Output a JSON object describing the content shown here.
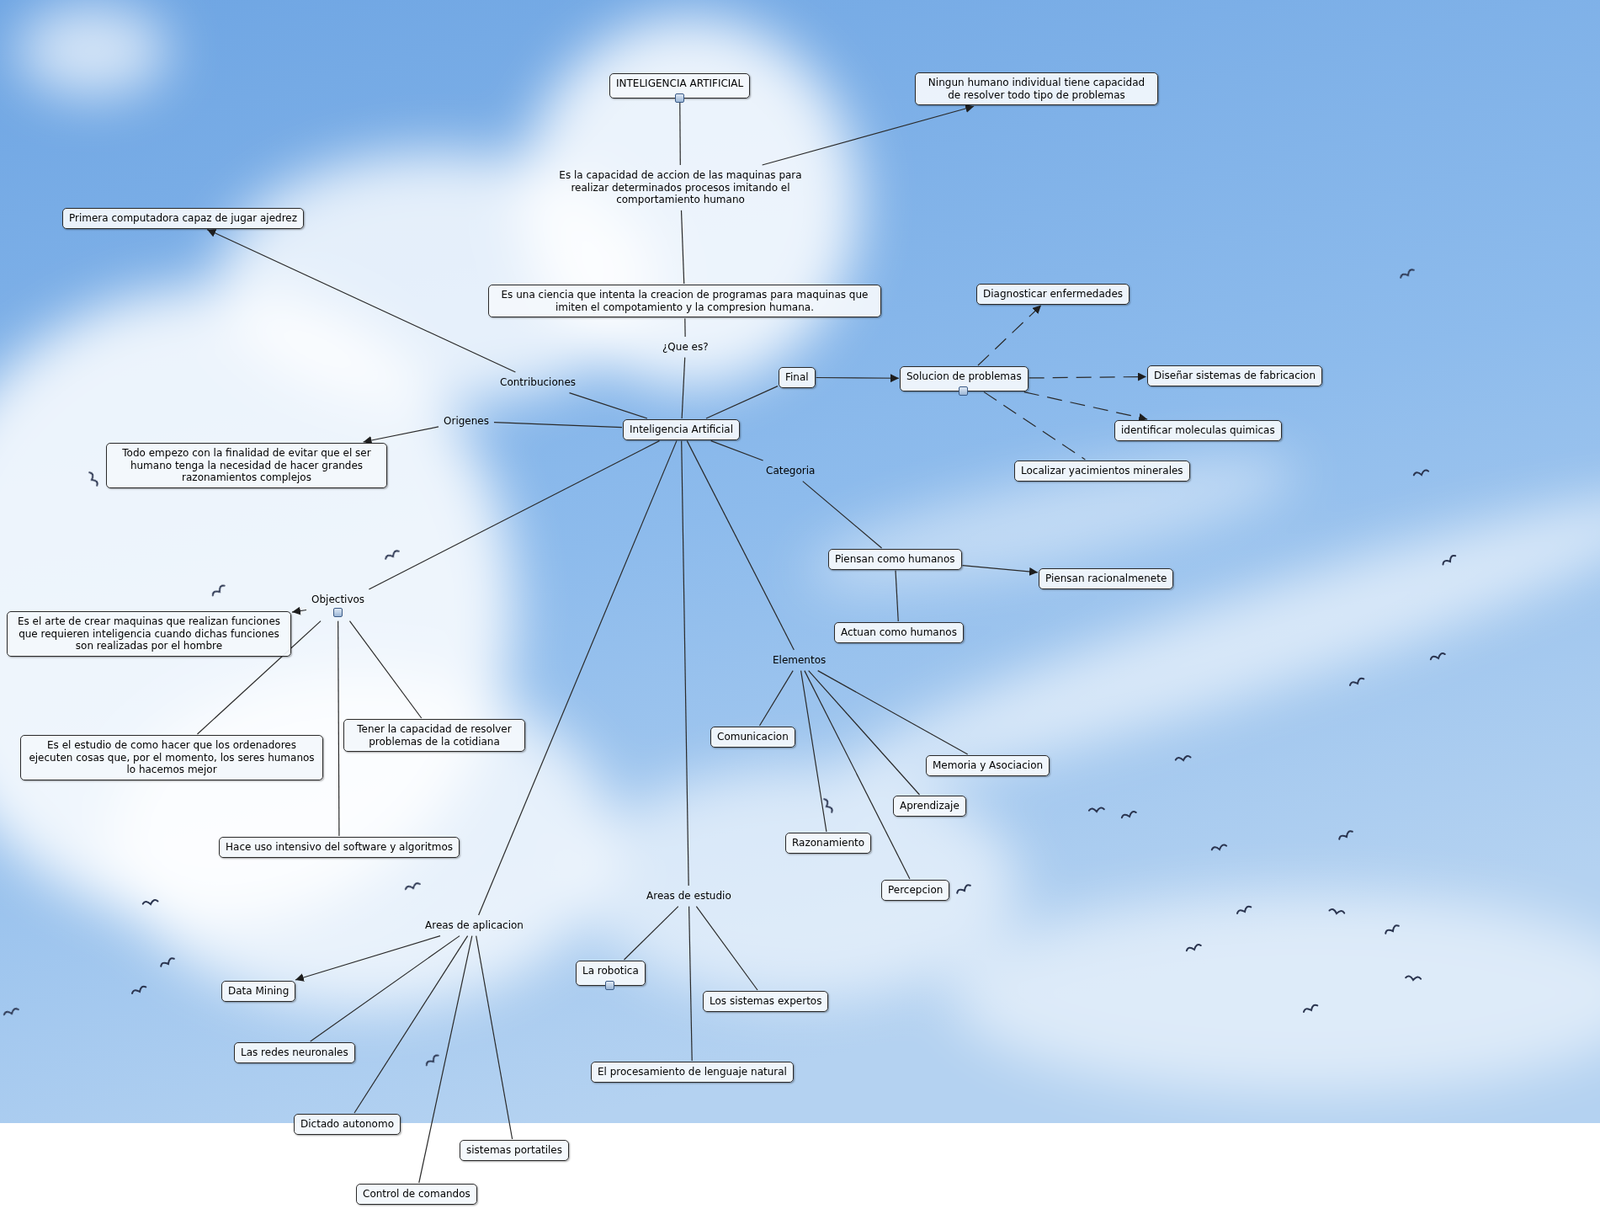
{
  "diagram": {
    "nodes": [
      {
        "text": [
          "INTELIGENCIA ARTIFICIAL"
        ]
      },
      {
        "text": [
          "Ningun humano individual tiene capacidad de resolver todo tipo de problemas"
        ]
      },
      {
        "text": [
          "Es la capacidad de accion de las maquinas para realizar determinados procesos imitando el comportamiento humano"
        ]
      },
      {
        "text": [
          "Primera computadora capaz de jugar ajedrez"
        ]
      },
      {
        "text": [
          "Es una ciencia que intenta la creacion de programas para maquinas que imiten el compotamiento y la compresion humana."
        ]
      },
      {
        "text": [
          "Diagnosticar enfermedades"
        ]
      },
      {
        "text": [
          "¿Que es?"
        ]
      },
      {
        "text": [
          "Final"
        ]
      },
      {
        "text": [
          "Solucion de problemas"
        ]
      },
      {
        "text": [
          "Diseñar sistemas de fabricacion"
        ]
      },
      {
        "text": [
          "Contribuciones"
        ]
      },
      {
        "text": [
          "Origenes"
        ]
      },
      {
        "text": [
          "Inteligencia Artificial"
        ]
      },
      {
        "text": [
          "identificar moleculas quimicas"
        ]
      },
      {
        "text": [
          "Todo empezo con la finalidad de evitar que el ser humano tenga la necesidad de hacer grandes razonamientos complejos"
        ]
      },
      {
        "text": [
          "Localizar yacimientos minerales"
        ]
      },
      {
        "text": [
          "Categoria"
        ]
      },
      {
        "text": [
          "Piensan como humanos"
        ]
      },
      {
        "text": [
          "Piensan racionalmenete"
        ]
      },
      {
        "text": [
          "Objectivos"
        ]
      },
      {
        "text": [
          "Es el arte de crear maquinas que realizan funciones que requieren inteligencia cuando dichas funciones son realizadas por el hombre"
        ]
      },
      {
        "text": [
          "Actuan como humanos"
        ]
      },
      {
        "text": [
          "Elementos"
        ]
      },
      {
        "text": [
          "Tener la capacidad de resolver problemas de la cotidiana"
        ]
      },
      {
        "text": [
          "Comunicacion"
        ]
      },
      {
        "text": [
          "Es el estudio de como hacer que los ordenadores ejecuten cosas que, por el momento, los seres humanos lo hacemos mejor"
        ]
      },
      {
        "text": [
          "Memoria y Asociacion"
        ]
      },
      {
        "text": [
          "Aprendizaje"
        ]
      },
      {
        "text": [
          "Razonamiento"
        ]
      },
      {
        "text": [
          "Hace uso intensivo del software y algoritmos"
        ]
      },
      {
        "text": [
          "Percepcion"
        ]
      },
      {
        "text": [
          "Areas de estudio"
        ]
      },
      {
        "text": [
          "Areas de aplicacion"
        ]
      },
      {
        "text": [
          "La robotica"
        ]
      },
      {
        "text": [
          "Data Mining"
        ]
      },
      {
        "text": [
          "Los sistemas expertos"
        ]
      },
      {
        "text": [
          "Las redes neuronales"
        ]
      },
      {
        "text": [
          "El procesamiento de lenguaje natural"
        ]
      },
      {
        "text": [
          "Dictado autonomo"
        ]
      },
      {
        "text": [
          "sistemas portatiles"
        ]
      },
      {
        "text": [
          "Control de comandos"
        ]
      }
    ],
    "edges": [
      {
        "from": 0,
        "to": 2,
        "arrow": "none"
      },
      {
        "from": 2,
        "to": 1,
        "arrow": "to"
      },
      {
        "from": 2,
        "to": 4,
        "arrow": "none"
      },
      {
        "from": 12,
        "to": 6,
        "arrow": "none"
      },
      {
        "from": 6,
        "to": 4,
        "arrow": "none"
      },
      {
        "from": 12,
        "to": 10,
        "arrow": "none"
      },
      {
        "from": 10,
        "to": 3,
        "arrow": "to"
      },
      {
        "from": 12,
        "to": 11,
        "arrow": "none"
      },
      {
        "from": 11,
        "to": 14,
        "arrow": "to"
      },
      {
        "from": 12,
        "to": 7,
        "arrow": "none"
      },
      {
        "from": 7,
        "to": 8,
        "arrow": "to"
      },
      {
        "from": 8,
        "to": 5,
        "arrow": "to"
      },
      {
        "from": 8,
        "to": 9,
        "arrow": "to"
      },
      {
        "from": 8,
        "to": 13,
        "arrow": "to"
      },
      {
        "from": 8,
        "to": 15,
        "arrow": "none"
      },
      {
        "from": 12,
        "to": 16,
        "arrow": "none"
      },
      {
        "from": 16,
        "to": 17,
        "arrow": "none"
      },
      {
        "from": 17,
        "to": 18,
        "arrow": "to"
      },
      {
        "from": 17,
        "to": 21,
        "arrow": "none"
      },
      {
        "from": 12,
        "to": 19,
        "arrow": "none"
      },
      {
        "from": 19,
        "to": 20,
        "arrow": "to"
      },
      {
        "from": 19,
        "to": 23,
        "arrow": "none"
      },
      {
        "from": 19,
        "to": 25,
        "arrow": "none"
      },
      {
        "from": 19,
        "to": 29,
        "arrow": "none"
      },
      {
        "from": 12,
        "to": 22,
        "arrow": "none"
      },
      {
        "from": 22,
        "to": 24,
        "arrow": "none"
      },
      {
        "from": 22,
        "to": 26,
        "arrow": "none"
      },
      {
        "from": 22,
        "to": 27,
        "arrow": "none"
      },
      {
        "from": 22,
        "to": 28,
        "arrow": "none"
      },
      {
        "from": 22,
        "to": 30,
        "arrow": "none"
      },
      {
        "from": 12,
        "to": 31,
        "arrow": "none"
      },
      {
        "from": 31,
        "to": 33,
        "arrow": "none"
      },
      {
        "from": 31,
        "to": 35,
        "arrow": "none"
      },
      {
        "from": 31,
        "to": 37,
        "arrow": "none"
      },
      {
        "from": 12,
        "to": 32,
        "arrow": "none"
      },
      {
        "from": 32,
        "to": 34,
        "arrow": "to"
      },
      {
        "from": 32,
        "to": 36,
        "arrow": "none"
      },
      {
        "from": 32,
        "to": 38,
        "arrow": "none"
      },
      {
        "from": 32,
        "to": 39,
        "arrow": "none"
      },
      {
        "from": 32,
        "to": 40,
        "arrow": "none"
      }
    ]
  }
}
